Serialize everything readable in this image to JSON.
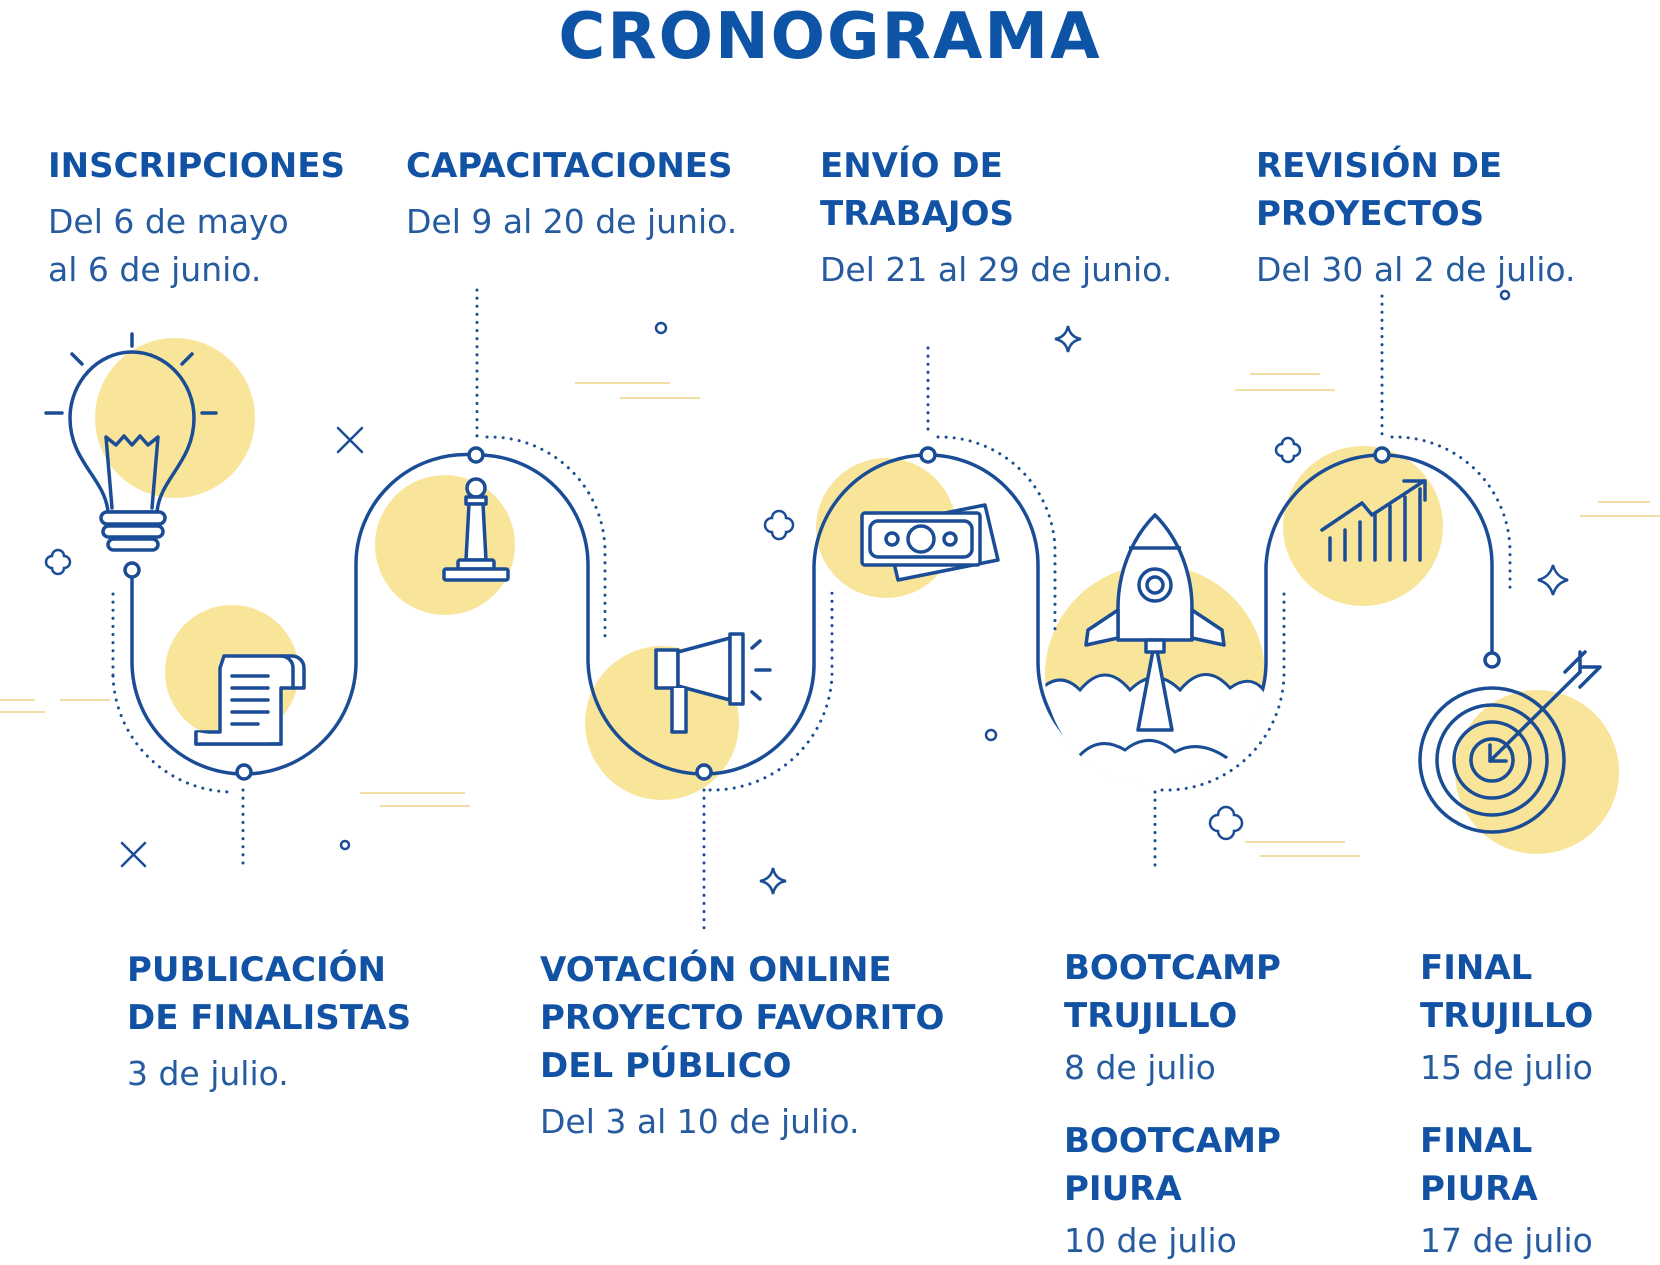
{
  "title": "CRONOGRAMA",
  "colors": {
    "primary": "#1252a4",
    "accent_yellow": "#f8e59a",
    "line": "#1a4d96"
  },
  "stages": {
    "inscripciones": {
      "title": "INSCRIPCIONES",
      "date": "Del 6 de mayo\nal 6 de junio.",
      "icon": "light-bulb-icon"
    },
    "capacitaciones": {
      "title": "CAPACITACIONES",
      "date": "Del 9 al 20 de junio.",
      "icon": "chess-pawn-icon"
    },
    "envio": {
      "title": "ENVÍO DE\nTRABAJOS",
      "date": "Del 21 al 29 de junio.",
      "icon": "money-bills-icon"
    },
    "revision": {
      "title": "REVISIÓN DE\nPROYECTOS",
      "date": "Del 30 al 2 de julio.",
      "icon": "growth-chart-icon"
    },
    "publicacion": {
      "title": "PUBLICACIÓN\nDE FINALISTAS",
      "date": "3 de julio.",
      "icon": "scroll-icon"
    },
    "votacion": {
      "title": "VOTACIÓN ONLINE\nPROYECTO FAVORITO\nDEL PÚBLICO",
      "date": "Del 3 al 10 de julio.",
      "icon": "megaphone-icon"
    },
    "bootcamp_trujillo": {
      "title": "BOOTCAMP\nTRUJILLO",
      "date": "8 de julio",
      "icon": "rocket-icon"
    },
    "bootcamp_piura": {
      "title": "BOOTCAMP\nPIURA",
      "date": "10 de julio"
    },
    "final_trujillo": {
      "title": "FINAL\nTRUJILLO",
      "date": "15 de julio",
      "icon": "target-icon"
    },
    "final_piura": {
      "title": "FINAL\nPIURA",
      "date": "17 de julio"
    }
  }
}
